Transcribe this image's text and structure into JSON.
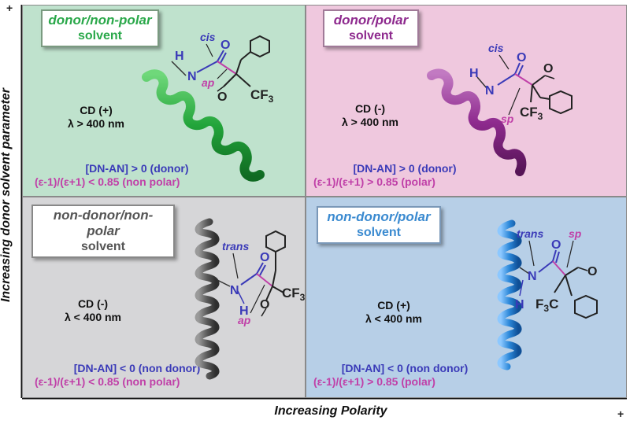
{
  "axes": {
    "y_label": "Increasing donor solvent parameter",
    "x_label": "Increasing Polarity",
    "y_plus": "+",
    "x_plus": "+"
  },
  "quadrants": {
    "top_left": {
      "title_line1": "donor/non-polar",
      "title_line2": "solvent",
      "title_color": "#2aa84a",
      "cd_line1": "CD (+)",
      "cd_line2": "λ > 400 nm",
      "dn_line": "[DN-AN] > 0 (donor)",
      "eps_line": "(ε-1)/(ε+1)  < 0.85 (non polar)",
      "conformation": "cis",
      "rotamer": "ap"
    },
    "top_right": {
      "title_line1": "donor/polar",
      "title_line2": "solvent",
      "title_color": "#8e2a8e",
      "cd_line1": "CD (-)",
      "cd_line2": "λ > 400 nm",
      "dn_line": "[DN-AN] > 0 (donor)",
      "eps_line": "(ε-1)/(ε+1)  > 0.85 (polar)",
      "conformation": "cis",
      "rotamer": "sp"
    },
    "bottom_left": {
      "title_line1": "non-donor/non-polar",
      "title_line2": "solvent",
      "title_color": "#555555",
      "cd_line1": "CD (-)",
      "cd_line2": "λ < 400 nm",
      "dn_line": "[DN-AN] < 0 (non donor)",
      "eps_line": "(ε-1)/(ε+1) < 0.85 (non polar)",
      "conformation": "trans",
      "rotamer": "ap"
    },
    "bottom_right": {
      "title_line1": "non-donor/polar",
      "title_line2": "solvent",
      "title_color": "#3a8ad0",
      "cd_line1": "CD (+)",
      "cd_line2": "λ < 400 nm",
      "dn_line": "[DN-AN] < 0 (non donor)",
      "eps_line": "(ε-1)/(ε+1)  > 0.85 (polar)",
      "conformation": "trans",
      "rotamer": "sp"
    }
  },
  "atoms": {
    "H": "H",
    "N": "N",
    "O": "O",
    "CF3": "CF",
    "sub3": "3",
    "F3C": "F",
    "C": "C"
  },
  "colors": {
    "blue_text": "#3a3ab8",
    "magenta_text": "#c040a8",
    "green_helix": "#22a43a",
    "purple_helix": "#8e2a8e",
    "gray_helix": "#666666",
    "blue_helix": "#2a86d8"
  }
}
